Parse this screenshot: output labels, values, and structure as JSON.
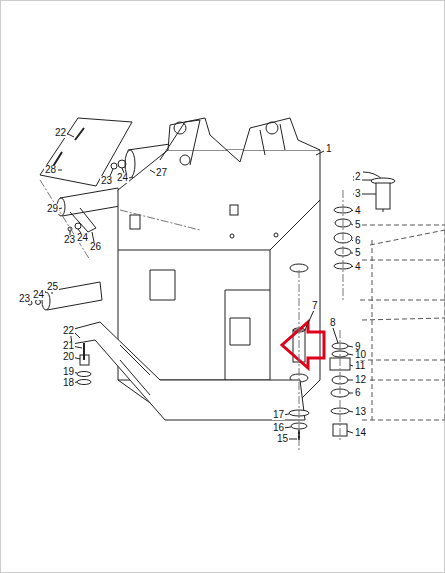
{
  "diagram": {
    "labels": [
      "22",
      "28",
      "23",
      "24",
      "27",
      "29",
      "23",
      "24",
      "26",
      "23",
      "24",
      "25",
      "22",
      "21",
      "20",
      "19",
      "18",
      "1",
      "2",
      "3",
      "4",
      "5",
      "6",
      "5",
      "4",
      "7",
      "8",
      "9",
      "10",
      "11",
      "12",
      "6",
      "13",
      "17",
      "16",
      "15",
      "14"
    ]
  }
}
